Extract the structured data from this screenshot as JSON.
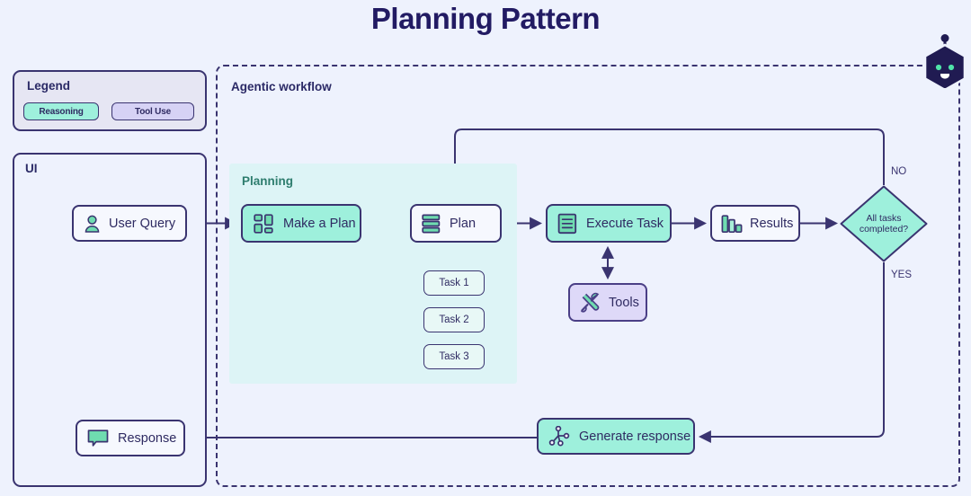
{
  "page": {
    "title": "Planning Pattern",
    "background": "#eef2fd",
    "ink": "#3a3470",
    "reasoning_color": "#9ef0dc",
    "tool_color": "#ded9f8",
    "planning_zone_color": "#ddf4f6"
  },
  "legend": {
    "title": "Legend",
    "items": [
      {
        "label": "Reasoning",
        "color": "#9ef0dc"
      },
      {
        "label": "Tool Use",
        "color": "#ded9f8"
      }
    ]
  },
  "ui_panel": {
    "title": "UI",
    "nodes": [
      {
        "label": "User Query",
        "icon": "user-icon"
      },
      {
        "label": "Response",
        "icon": "chat-bubble-icon"
      }
    ]
  },
  "agentic_panel": {
    "title": "Agentic workflow",
    "planning_zone": {
      "title": "Planning"
    },
    "nodes": [
      {
        "label": "Make a Plan",
        "icon": "dashboard-grid-icon",
        "kind": "reasoning"
      },
      {
        "label": "Plan",
        "icon": "stacked-list-icon",
        "kind": "plain"
      },
      {
        "label": "Execute Task",
        "icon": "document-lines-icon",
        "kind": "reasoning"
      },
      {
        "label": "Results",
        "icon": "bar-chart-icon",
        "kind": "plain"
      },
      {
        "label": "Tools",
        "icon": "wrench-screwdriver-icon",
        "kind": "tool"
      },
      {
        "label": "Generate response",
        "icon": "node-graph-icon",
        "kind": "reasoning"
      }
    ],
    "tasks": [
      "Task 1",
      "Task 2",
      "Task 3"
    ],
    "decision": {
      "line1": "All tasks",
      "line2": "completed?",
      "branch_no": "NO",
      "branch_yes": "YES"
    }
  },
  "logo": {
    "name": "bot-hexagon-logo"
  }
}
